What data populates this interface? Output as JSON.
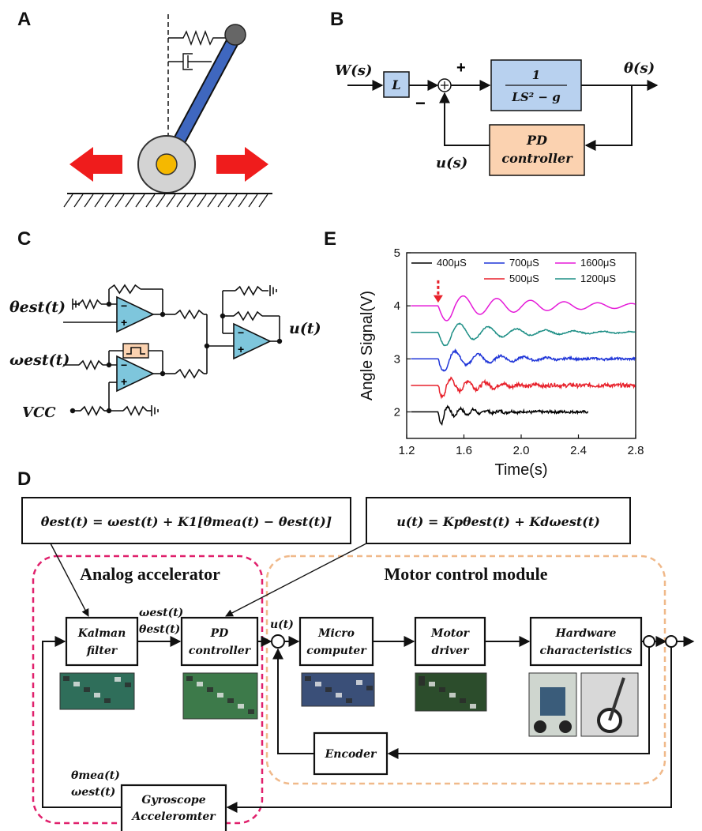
{
  "panels": {
    "a": "A",
    "b": "B",
    "c": "C",
    "d": "D",
    "e": "E"
  },
  "panel_b": {
    "input": "W(s)",
    "gain": "L",
    "plus": "+",
    "minus": "−",
    "plant_num": "1",
    "plant_den": "LS² − g",
    "output": "θ(s)",
    "control": "u(s)",
    "controller_line1": "PD",
    "controller_line2": "controller"
  },
  "panel_c": {
    "theta_in": "θest(t)",
    "omega_in": "ωest(t)",
    "vcc": "VCC",
    "out": "u(t)"
  },
  "panel_d": {
    "eq_kalman": "θ̇est(t) = ωest(t) + K1[θmea(t) − θest(t)]",
    "eq_pd": "u(t) = Kpθest(t) + Kdωest(t)",
    "analog_title": "Analog accelerator",
    "motor_title": "Motor control module",
    "kalman_l1": "Kalman",
    "kalman_l2": "filter",
    "pd_l1": "PD",
    "pd_l2": "controller",
    "micro_l1": "Micro",
    "micro_l2": "computer",
    "driver_l1": "Motor",
    "driver_l2": "driver",
    "hw_l1": "Hardware",
    "hw_l2": "characteristics",
    "encoder": "Encoder",
    "gyro_l1": "Gyroscope",
    "gyro_l2": "Acceleromter",
    "omega_est": "ωest(t)",
    "theta_est": "θest(t)",
    "u_t": "u(t)",
    "theta_mea": "θmea(t)",
    "omega_est2": "ωest(t)"
  },
  "chart_data": {
    "type": "line",
    "title": "",
    "xlabel": "Time(s)",
    "ylabel": "Angle Signal(V)",
    "xlim": [
      1.2,
      2.8
    ],
    "ylim": [
      1.5,
      5
    ],
    "xticks": [
      "1.2",
      "1.6",
      "2.0",
      "2.4",
      "2.8"
    ],
    "yticks": [
      "2",
      "3",
      "4",
      "5"
    ],
    "grid": false,
    "legend_position": "top",
    "disturbance_time": 1.42,
    "series": [
      {
        "name": "400μS",
        "color": "#000000",
        "baseline": 2.0,
        "dip": -0.22,
        "amp": 0.11,
        "period": 0.09,
        "decay": 0.22,
        "noise": 0.025,
        "start": 1.42,
        "end": 2.47
      },
      {
        "name": "500μS",
        "color": "#e8212b",
        "baseline": 2.5,
        "dip": -0.22,
        "amp": 0.14,
        "period": 0.12,
        "decay": 0.3,
        "noise": 0.035,
        "start": 1.42,
        "end": 2.8
      },
      {
        "name": "700μS",
        "color": "#1f35d8",
        "baseline": 3.0,
        "dip": -0.23,
        "amp": 0.16,
        "period": 0.16,
        "decay": 0.35,
        "noise": 0.02,
        "start": 1.42,
        "end": 2.8
      },
      {
        "name": "1200μS",
        "color": "#1e8f86",
        "baseline": 3.5,
        "dip": -0.25,
        "amp": 0.18,
        "period": 0.2,
        "decay": 0.45,
        "noise": 0.01,
        "start": 1.42,
        "end": 2.8
      },
      {
        "name": "1600μS",
        "color": "#e51ad8",
        "baseline": 4.0,
        "dip": -0.28,
        "amp": 0.2,
        "period": 0.235,
        "decay": 0.8,
        "noise": 0.0,
        "start": 1.42,
        "end": 2.8
      }
    ]
  },
  "colors": {
    "pole": "#3f67bf",
    "wheel": "#d3d3d3",
    "hub": "#f5b800",
    "arrow": "#ef1c1c",
    "block_blue": "#b8d1ef",
    "block_orange": "#fbd2b0",
    "opamp": "#7ec6dc",
    "analog_border": "#e0206c",
    "motor_border": "#f0b98a"
  }
}
